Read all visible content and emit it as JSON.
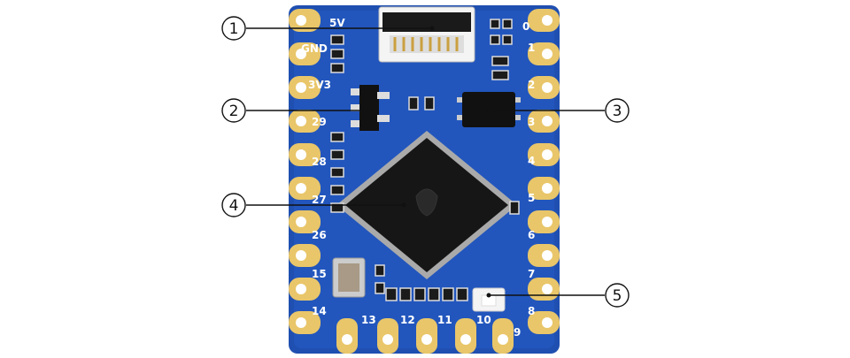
{
  "callouts": [
    {
      "number": "1",
      "label_number": "①"
    },
    {
      "number": "2",
      "label_number": "②"
    },
    {
      "number": "3",
      "label_number": "③"
    },
    {
      "number": "4",
      "label_number": "④"
    },
    {
      "number": "5",
      "label_number": "⑤"
    }
  ],
  "board": {
    "pcb_color": "#1f4fb0",
    "pad_color": "#e9c66a",
    "left_labels": [
      "5V",
      "GND",
      "3V3",
      "29",
      "28",
      "27",
      "26",
      "15",
      "14"
    ],
    "right_labels": [
      "0",
      "1",
      "2",
      "3",
      "4",
      "5",
      "6",
      "7",
      "8"
    ],
    "bottom_labels": [
      "13",
      "12",
      "11",
      "10",
      "9"
    ]
  }
}
